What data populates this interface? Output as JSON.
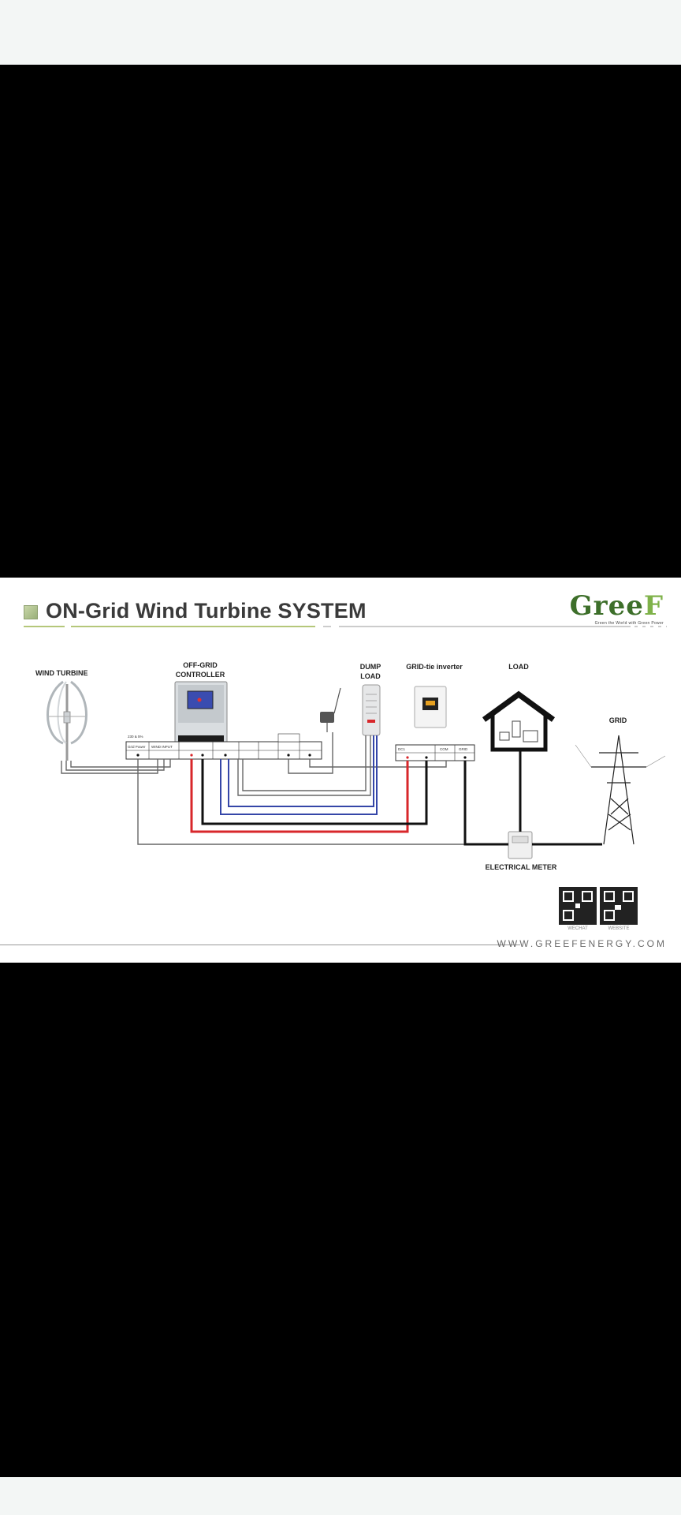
{
  "header": {
    "title": "ON-Grid Wind Turbine SYSTEM",
    "logo_text": "Gree",
    "logo_accent": "F",
    "logo_tagline": "Green the World with Green Power"
  },
  "components": {
    "wind_turbine": "WIND TURBINE",
    "controller_line1": "OFF-GRID",
    "controller_line2": "CONTROLLER",
    "dump_load_line1": "DUMP",
    "dump_load_line2": "LOAD",
    "grid_tie_inverter": "GRID-tie inverter",
    "load": "LOAD",
    "grid": "GRID",
    "electrical_meter": "ELECTRICAL METER"
  },
  "terminals": {
    "voltage": "230 & 5%",
    "grid_power": "Grid Power",
    "wind_input": "WIND INPUT",
    "inverter_port": "DC1",
    "com": "COM",
    "grid": "GRID"
  },
  "footer": {
    "qr_wechat": "WECHAT",
    "qr_website": "WEBSITE",
    "website": "WWW.GREEFENERGY.COM"
  },
  "colors": {
    "red_wire": "#d8272b",
    "blue_wire": "#3546a8",
    "black_wire": "#111111",
    "gray_wire": "#666666",
    "accent_green": "#3d6f2a"
  }
}
